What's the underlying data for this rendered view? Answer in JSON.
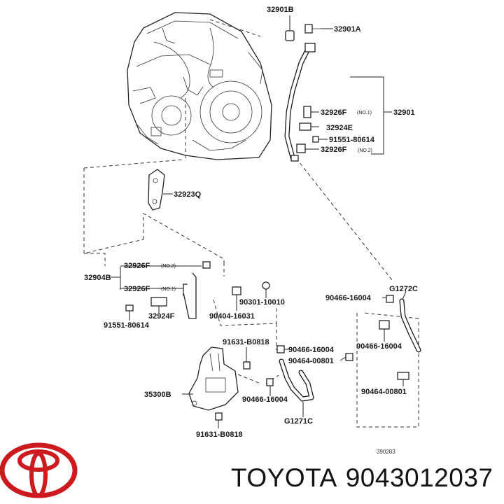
{
  "brand": {
    "name": "TOYOTA",
    "color": "#cc1a1f",
    "logo_icon": "toyota-emblem-icon"
  },
  "part_number": "9043012037",
  "diagram_code": "390283",
  "labels": {
    "l32901B": "32901B",
    "l32901A": "32901A",
    "l32901": "32901",
    "l32926F_1": "32926F",
    "no1_a": "(NO.1)",
    "l32924E": "32924E",
    "l91551a": "91551-80614",
    "l32926F_2": "32926F",
    "no2_a": "(NO.2)",
    "l32923Q": "32923Q",
    "l32904B": "32904B",
    "l32926F_3": "32926F",
    "no2_b": "(NO.2)",
    "l32926F_4": "32926F",
    "no1_b": "(NO.1)",
    "l32924F": "32924F",
    "l91551b": "91551-80614",
    "l90301": "90301-10010",
    "l90404": "90404-16031",
    "lG1272C": "G1272C",
    "l90466a": "90466-16004",
    "l91631a": "91631-B0818",
    "l90466b": "90466-16004",
    "l90464a": "90464-00801",
    "l90466c": "90466-16004",
    "l35300B": "35300B",
    "l90466d": "90466-16004",
    "l90464b": "90464-00801",
    "lG1271C": "G1271C",
    "l91631b": "91631-B0818"
  }
}
